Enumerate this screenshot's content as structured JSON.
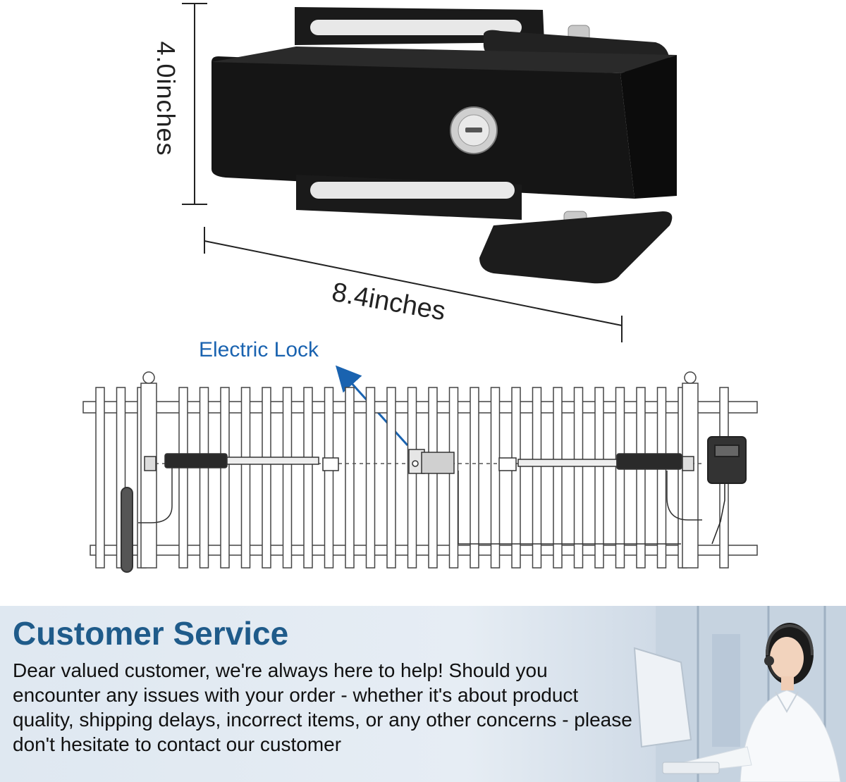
{
  "product": {
    "height_label": "4.0inches",
    "width_label": "8.4inches"
  },
  "diagram": {
    "callout_label": "Electric Lock"
  },
  "customer_service": {
    "title": "Customer Service",
    "body": "Dear valued customer, we're always here to help! Should you encounter any issues with your order - whether it's about product quality, shipping delays, incorrect items, or any other concerns - please don't hesitate to contact our customer"
  },
  "colors": {
    "accent": "#1a63b0",
    "title": "#1f5b8a",
    "panel": "#e3ebf3"
  }
}
